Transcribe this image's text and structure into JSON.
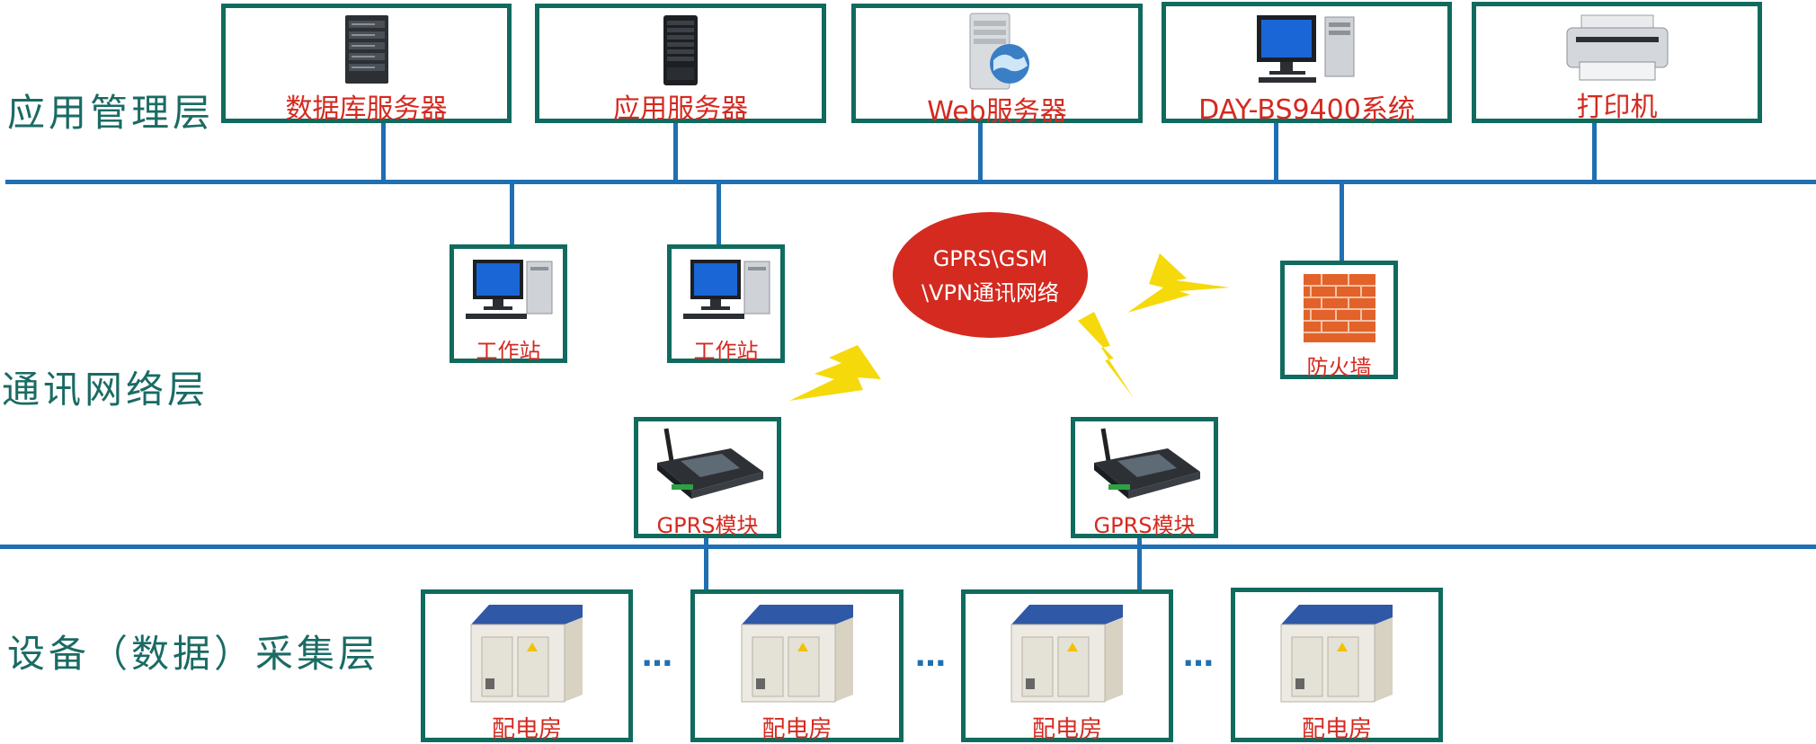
{
  "layers": {
    "application": "应用管理层",
    "network": "通讯网络层",
    "collection": "设备（数据）采集层"
  },
  "servers": [
    {
      "label": "数据库服务器",
      "icon": "server-rack-icon"
    },
    {
      "label": "应用服务器",
      "icon": "server-tower-icon"
    },
    {
      "label": "Web服务器",
      "icon": "web-server-globe-icon"
    },
    {
      "label": "DAY-BS9400系统",
      "icon": "desktop-computer-icon"
    },
    {
      "label": "打印机",
      "icon": "printer-icon"
    }
  ],
  "workstations": [
    {
      "label": "工作站",
      "icon": "desktop-computer-icon"
    },
    {
      "label": "工作站",
      "icon": "desktop-computer-icon"
    }
  ],
  "firewall": {
    "label": "防火墙",
    "icon": "brick-wall-icon"
  },
  "network_cloud": {
    "line1": "GPRS\\GSM",
    "line2": "\\VPN通讯网络"
  },
  "gprs_modules": [
    {
      "label": "GPRS模块",
      "icon": "gprs-module-icon"
    },
    {
      "label": "GPRS模块",
      "icon": "gprs-module-icon"
    }
  ],
  "substations": [
    {
      "label": "配电房",
      "icon": "substation-cabinet-icon"
    },
    {
      "label": "配电房",
      "icon": "substation-cabinet-icon"
    },
    {
      "label": "配电房",
      "icon": "substation-cabinet-icon"
    },
    {
      "label": "配电房",
      "icon": "substation-cabinet-icon"
    }
  ],
  "ellipsis": "…",
  "colors": {
    "line": "#1f6fb3",
    "box_border": "#106b5e",
    "label_red": "#d42a20",
    "layer_text": "#1a6b64",
    "bolt": "#f5d90a"
  }
}
